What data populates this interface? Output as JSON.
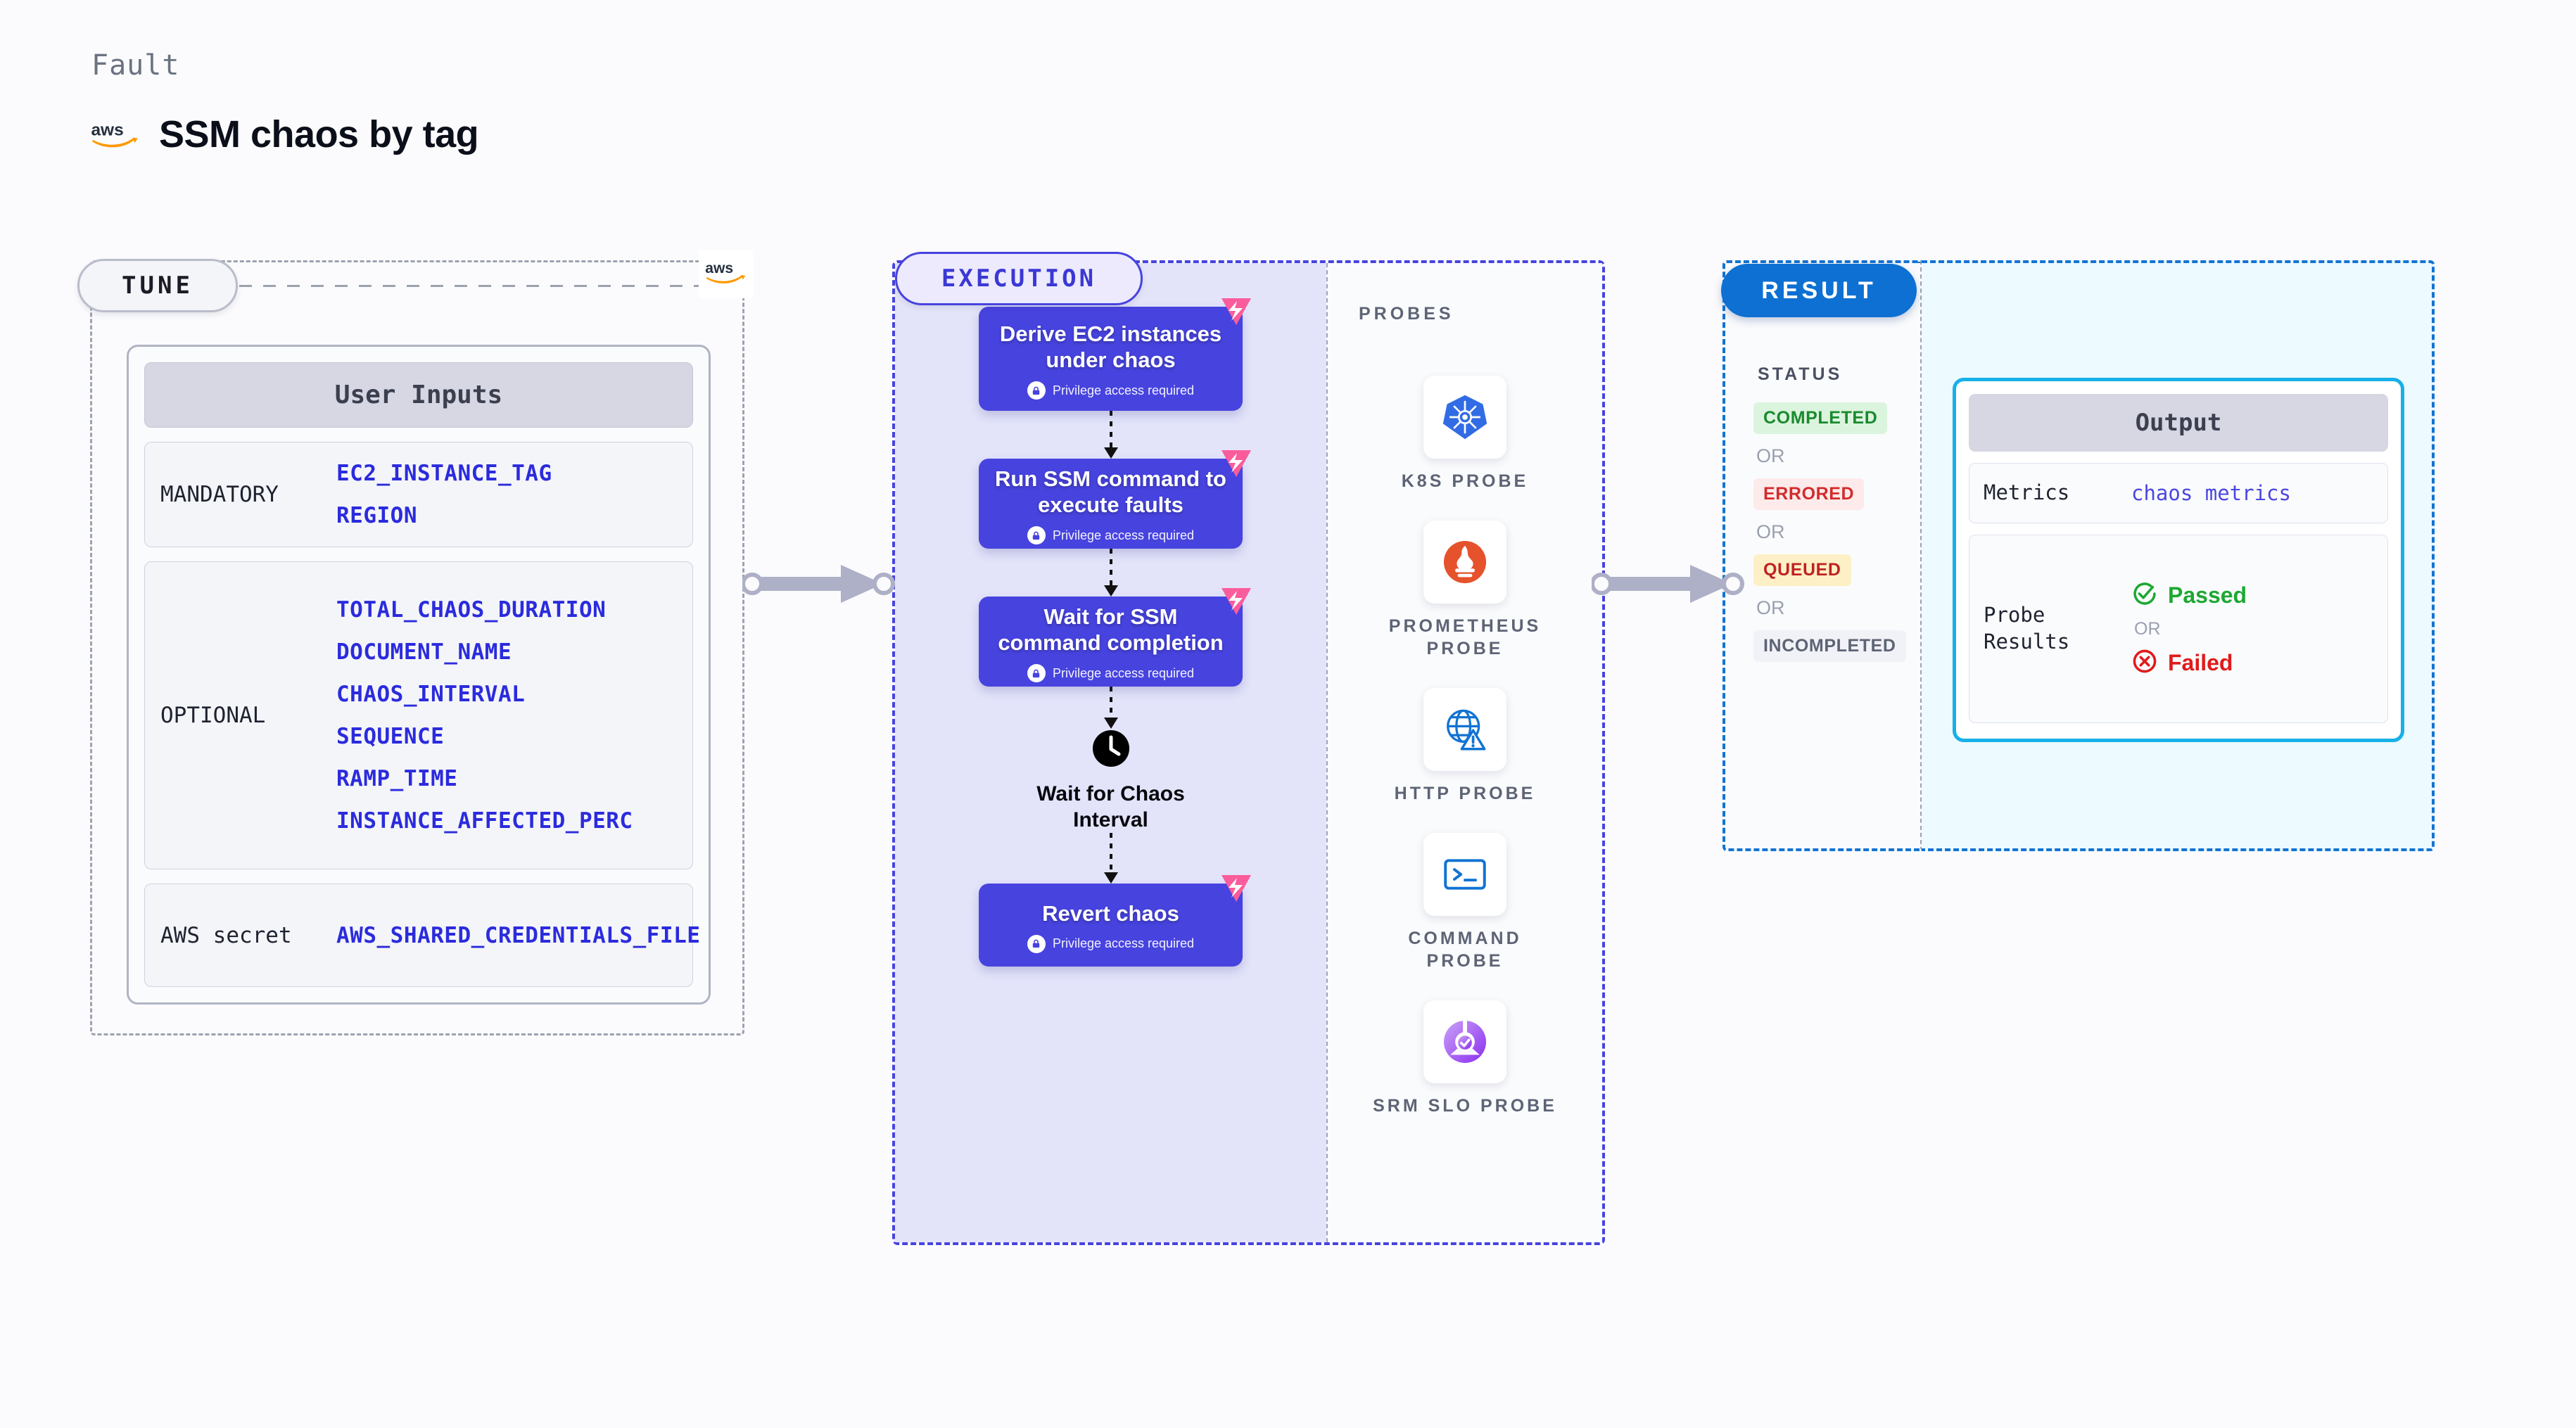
{
  "header": {
    "kicker": "Fault",
    "title": "SSM chaos by tag",
    "logo_icon": "aws-logo"
  },
  "tune": {
    "badge": "TUNE",
    "corner_logo_icon": "aws-logo",
    "card_title": "User Inputs",
    "groups": [
      {
        "label": "MANDATORY",
        "values": [
          "EC2_INSTANCE_TAG",
          "REGION"
        ]
      },
      {
        "label": "OPTIONAL",
        "values": [
          "TOTAL_CHAOS_DURATION",
          "DOCUMENT_NAME",
          "CHAOS_INTERVAL",
          "SEQUENCE",
          "RAMP_TIME",
          "INSTANCE_AFFECTED_PERC"
        ]
      },
      {
        "label": "AWS secret",
        "values": [
          "AWS_SHARED_CREDENTIALS_FILE"
        ]
      }
    ]
  },
  "execution": {
    "badge": "EXECUTION",
    "privilege_note": "Privilege access required",
    "steps": [
      {
        "title": "Derive EC2 instances under chaos",
        "privileged": true,
        "type": "task",
        "badge_icon": "chaos-fault-icon"
      },
      {
        "title": "Run SSM command to execute faults",
        "privileged": true,
        "type": "task",
        "badge_icon": "chaos-fault-icon"
      },
      {
        "title": "Wait for SSM command completion",
        "privileged": true,
        "type": "task",
        "badge_icon": "chaos-fault-icon"
      },
      {
        "title": "Wait for Chaos Interval",
        "privileged": false,
        "type": "clock",
        "badge_icon": "clock-icon"
      },
      {
        "title": "Revert chaos",
        "privileged": true,
        "type": "task",
        "badge_icon": "chaos-fault-icon"
      }
    ]
  },
  "probes": {
    "title": "PROBES",
    "items": [
      {
        "name": "K8S PROBE",
        "icon": "kubernetes-icon"
      },
      {
        "name": "PROMETHEUS PROBE",
        "icon": "prometheus-icon"
      },
      {
        "name": "HTTP PROBE",
        "icon": "http-globe-warning-icon"
      },
      {
        "name": "COMMAND PROBE",
        "icon": "terminal-icon"
      },
      {
        "name": "SRM SLO PROBE",
        "icon": "srm-slo-donut-icon"
      }
    ]
  },
  "result": {
    "badge": "RESULT",
    "status_title": "STATUS",
    "or_label": "OR",
    "statuses": [
      {
        "label": "COMPLETED",
        "bg": "#dbf4de",
        "fg": "#1a8a2e"
      },
      {
        "label": "ERRORED",
        "bg": "#fdeaea",
        "fg": "#d32b2b"
      },
      {
        "label": "QUEUED",
        "bg": "#fdf0c6",
        "fg": "#bf2222"
      },
      {
        "label": "INCOMPLETED",
        "bg": "#f1f2f7",
        "fg": "#5d6475"
      }
    ],
    "output": {
      "title": "Output",
      "metrics_key": "Metrics",
      "metrics_value": "chaos metrics",
      "probe_results_key": "Probe Results",
      "passed_label": "Passed",
      "failed_label": "Failed",
      "or_label": "OR",
      "passed_color": "#1da833",
      "failed_color": "#e01b1b"
    }
  },
  "colors": {
    "accent_indigo": "#4743df",
    "accent_blue": "#0d70d2",
    "accent_cyan": "#17b0e8",
    "chaos_pink": "#fb5c9b",
    "aws_orange": "#ff9900",
    "page_bg": "#fbfbfd"
  }
}
